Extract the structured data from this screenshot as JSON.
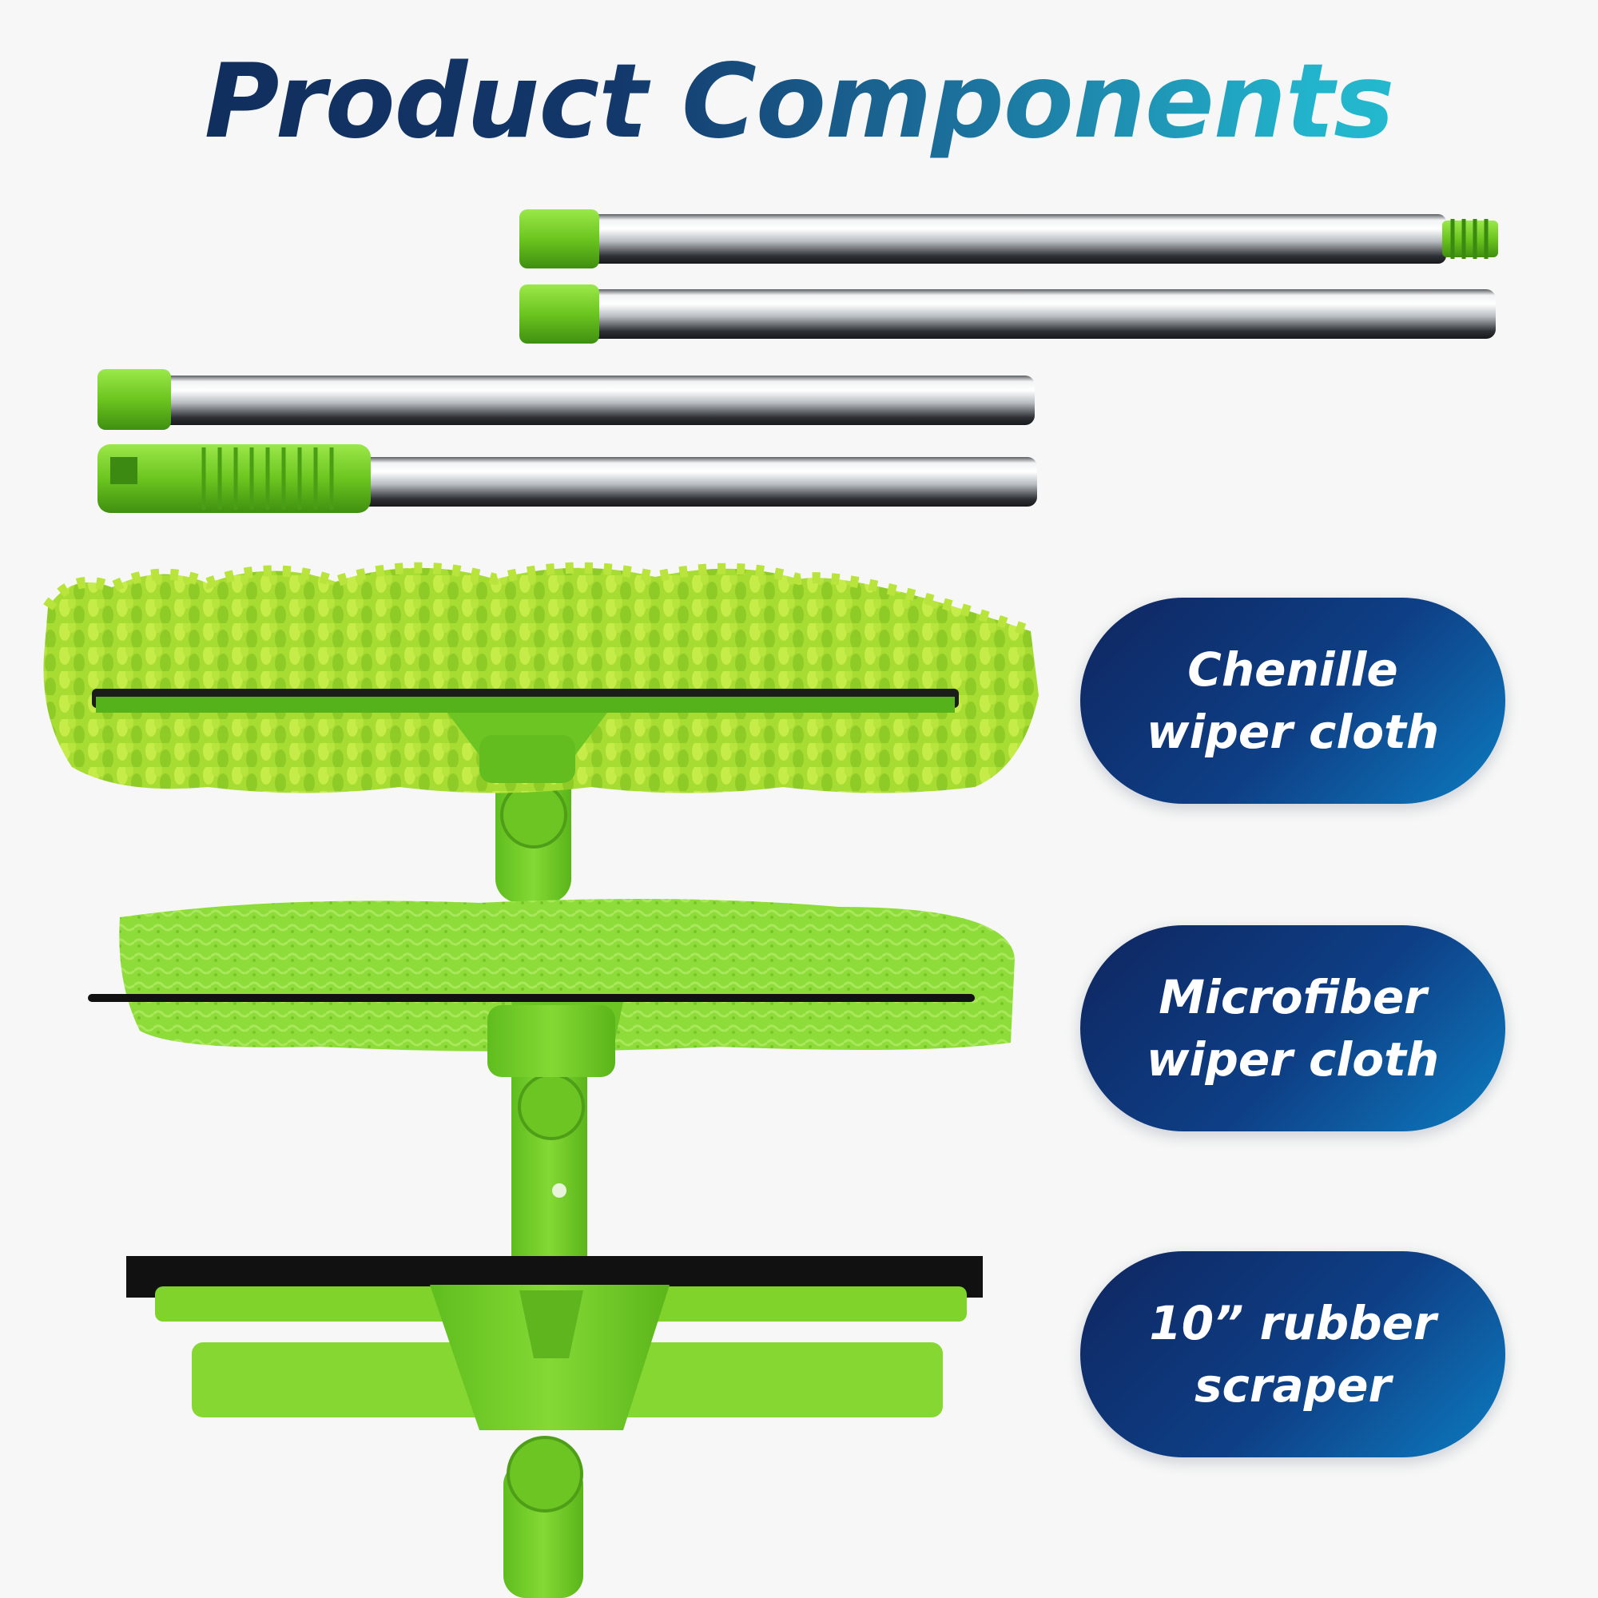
{
  "page": {
    "title": "Product Components"
  },
  "components": [
    {
      "line1": "Chenille",
      "line2": "wiper cloth"
    },
    {
      "line1": "Microfiber",
      "line2": "wiper cloth"
    },
    {
      "line1": "10” rubber",
      "line2": "scraper"
    }
  ],
  "colors": {
    "title_dark": "#0f2a57",
    "title_light": "#27c2d2",
    "badge_start": "#0f2660",
    "badge_end": "#0d7cc0",
    "product_green": "#7fd32a",
    "pole_metal": "#b9bfc3"
  },
  "icons": {
    "handle_pieces": "telescopic-pole-section-icon",
    "heads": "window-squeegee-head-icon"
  }
}
